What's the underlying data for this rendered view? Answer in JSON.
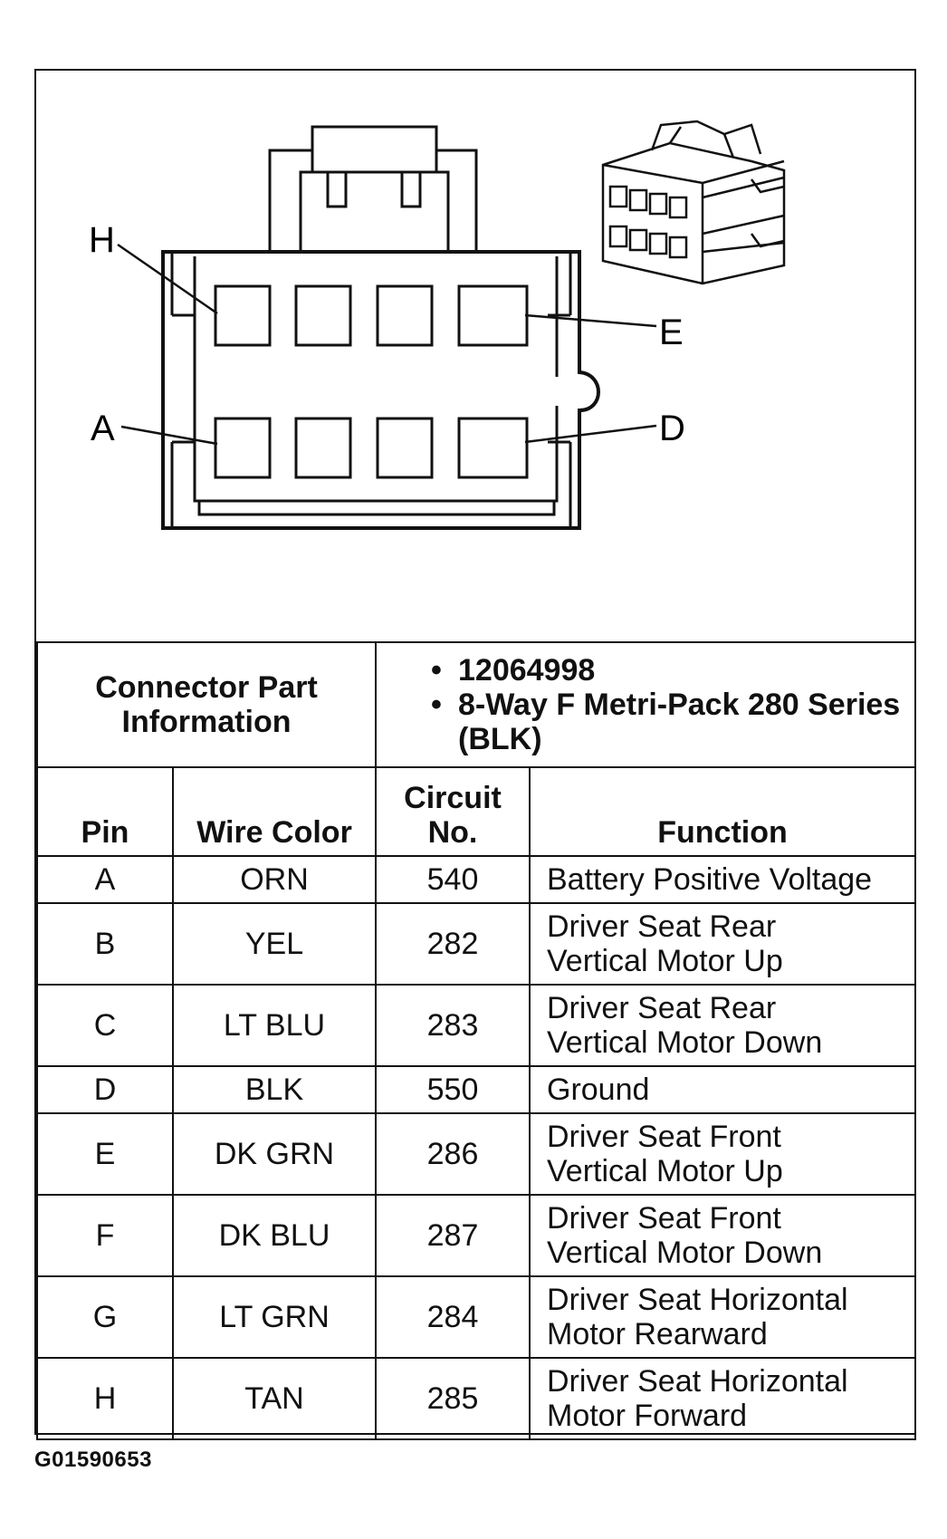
{
  "pin_labels": {
    "h": "H",
    "e": "E",
    "a": "A",
    "d": "D"
  },
  "connector_info": {
    "label": "Connector Part Information",
    "items": [
      "12064998",
      "8-Way F Metri-Pack 280 Series (BLK)"
    ]
  },
  "columns": [
    "Pin",
    "Wire Color",
    "Circuit No.",
    "Function"
  ],
  "rows": [
    {
      "pin": "A",
      "color": "ORN",
      "circuit": "540",
      "function": [
        "Battery Positive Voltage"
      ]
    },
    {
      "pin": "B",
      "color": "YEL",
      "circuit": "282",
      "function": [
        "Driver Seat Rear",
        "Vertical Motor Up"
      ]
    },
    {
      "pin": "C",
      "color": "LT BLU",
      "circuit": "283",
      "function": [
        "Driver Seat Rear",
        "Vertical Motor Down"
      ]
    },
    {
      "pin": "D",
      "color": "BLK",
      "circuit": "550",
      "function": [
        "Ground"
      ]
    },
    {
      "pin": "E",
      "color": "DK GRN",
      "circuit": "286",
      "function": [
        "Driver Seat Front",
        "Vertical Motor Up"
      ]
    },
    {
      "pin": "F",
      "color": "DK BLU",
      "circuit": "287",
      "function": [
        "Driver Seat Front",
        "Vertical Motor Down"
      ]
    },
    {
      "pin": "G",
      "color": "LT GRN",
      "circuit": "284",
      "function": [
        "Driver Seat Horizontal",
        "Motor Rearward"
      ]
    },
    {
      "pin": "H",
      "color": "TAN",
      "circuit": "285",
      "function": [
        "Driver Seat Horizontal",
        "Motor Forward"
      ]
    }
  ],
  "figure_id": "G01590653"
}
